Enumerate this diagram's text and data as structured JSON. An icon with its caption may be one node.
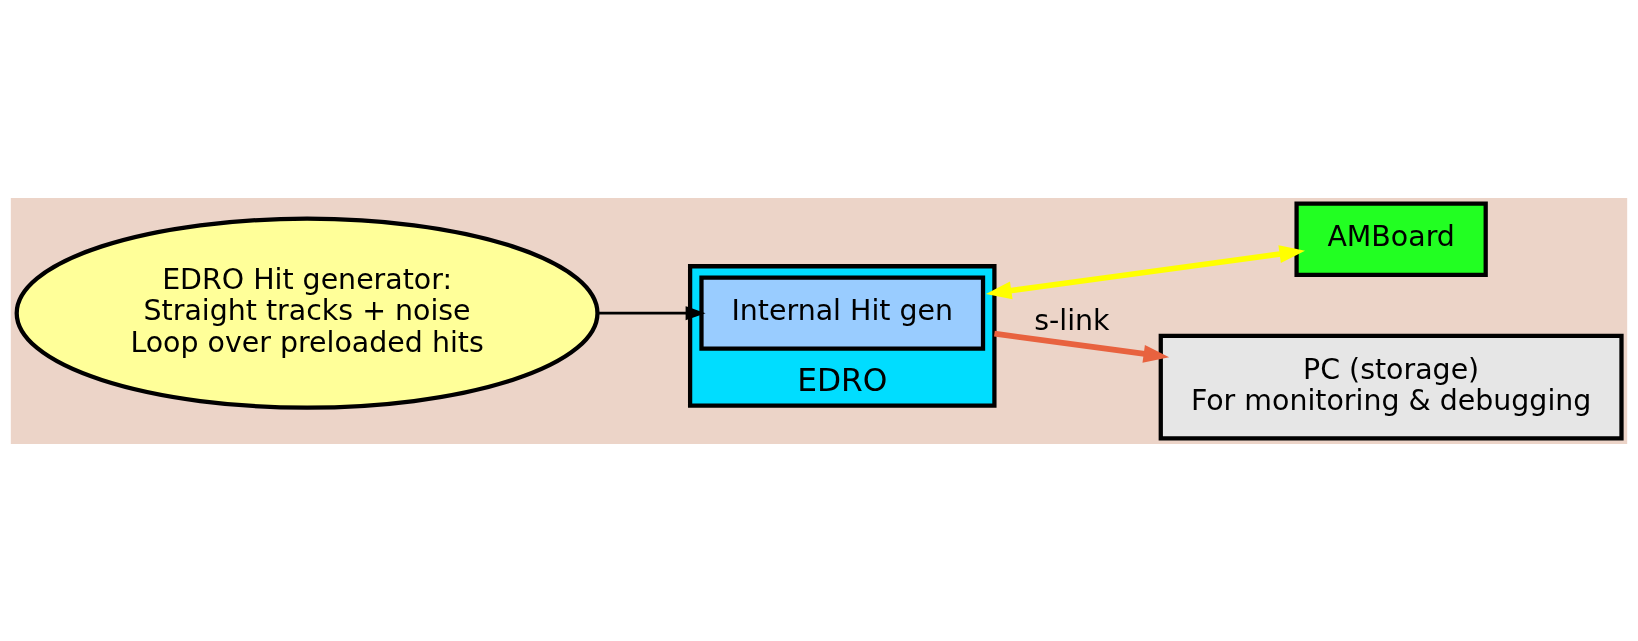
{
  "diagram": {
    "nodes": [
      {
        "text": [
          "EDRO Hit generator:",
          "Straight tracks + noise",
          "Loop over preloaded hits"
        ]
      },
      {
        "text": [
          "EDRO"
        ]
      },
      {
        "text": [
          "Internal Hit gen"
        ],
        "in": 1
      },
      {
        "text": [
          "AMBoard"
        ]
      },
      {
        "text": [
          "PC (storage)",
          "For monitoring & debugging"
        ]
      }
    ],
    "edges": [
      {
        "from": 0,
        "to": 2,
        "arrow": "to"
      },
      {
        "from": 1,
        "to": 4,
        "arrow": "to",
        "label": "s-link",
        "color": "#e8623f"
      },
      {
        "from": 1,
        "to": 3,
        "arrow": "both",
        "color": "#ffff00"
      }
    ]
  }
}
